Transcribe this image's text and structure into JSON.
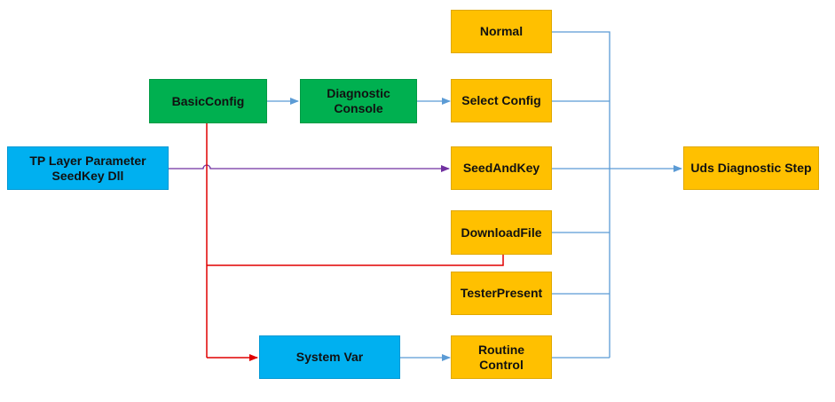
{
  "colors": {
    "orange": "#FFC000",
    "green": "#00B050",
    "blue": "#00B0F0",
    "connector_blue": "#5B9BD5",
    "connector_purple": "#7030A0",
    "connector_red": "#E00000"
  },
  "nodes": {
    "normal": "Normal",
    "select_config": "Select Config",
    "seed_and_key": "SeedAndKey",
    "download_file": "DownloadFile",
    "tester_present": "TesterPresent",
    "routine_control": "Routine\nControl",
    "basic_config": "BasicConfig",
    "diagnostic_console": "Diagnostic\nConsole",
    "tp_layer": "TP Layer Parameter\nSeedKey Dll",
    "system_var": "System Var",
    "uds_step": "Uds Diagnostic Step"
  }
}
